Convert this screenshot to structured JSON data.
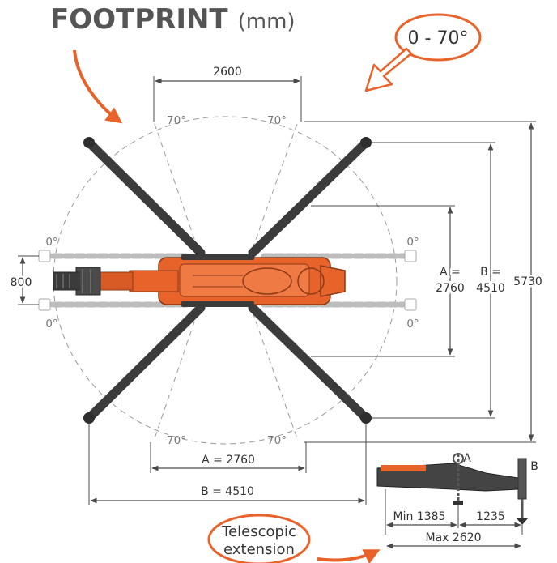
{
  "title": {
    "main": "FOOTPRINT",
    "unit": "(mm)"
  },
  "angle_callout": "0 - 70°",
  "telescopic_callout": {
    "line1": "Telescopic",
    "line2": "extension"
  },
  "angles": {
    "seventy": "70°",
    "zero": "0°"
  },
  "dimensions": {
    "top_width": "2600",
    "side_800": "800",
    "a_label": "A =",
    "a_value": "2760",
    "b_label": "B =",
    "b_value": "4510",
    "total_height": "5730",
    "a_bottom": "A = 2760",
    "b_bottom": "B = 4510"
  },
  "inset": {
    "label_a": "A",
    "label_b": "B",
    "min": "Min 1385",
    "diff": "1235",
    "max": "Max 2620"
  },
  "colors": {
    "accent": "#e8632a",
    "machine_dark": "#3b3b3b",
    "text": "#333333"
  }
}
